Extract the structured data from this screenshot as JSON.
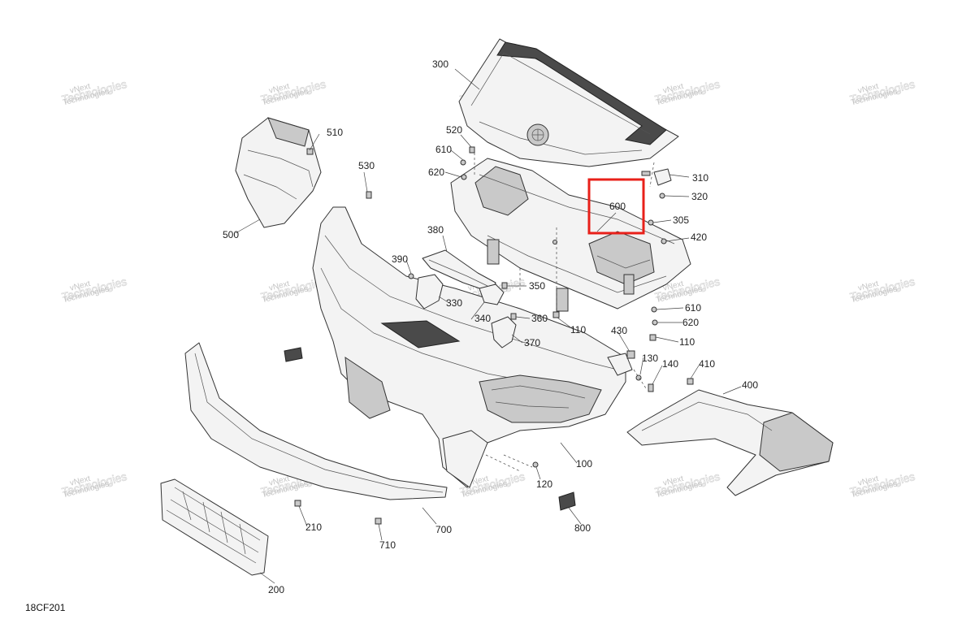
{
  "drawing": {
    "code": "18CF201",
    "watermark": {
      "line1": "vNext",
      "line2": "Technologies"
    },
    "highlighted_part": "600"
  },
  "callouts": {
    "p100": "100",
    "p110a": "110",
    "p110b": "110",
    "p120": "120",
    "p130": "130",
    "p140": "140",
    "p200": "200",
    "p210": "210",
    "p300": "300",
    "p305": "305",
    "p310": "310",
    "p320": "320",
    "p330": "330",
    "p340": "340",
    "p350": "350",
    "p360": "360",
    "p370": "370",
    "p380": "380",
    "p390": "390",
    "p400": "400",
    "p410": "410",
    "p420": "420",
    "p430": "430",
    "p500": "500",
    "p510": "510",
    "p520": "520",
    "p530": "530",
    "p600": "600",
    "p610a": "610",
    "p610b": "610",
    "p620a": "620",
    "p620b": "620",
    "p700": "700",
    "p710": "710",
    "p800": "800"
  },
  "colors": {
    "highlight": "#e8201a",
    "line": "#333333",
    "watermark": "#c4c4c4"
  }
}
